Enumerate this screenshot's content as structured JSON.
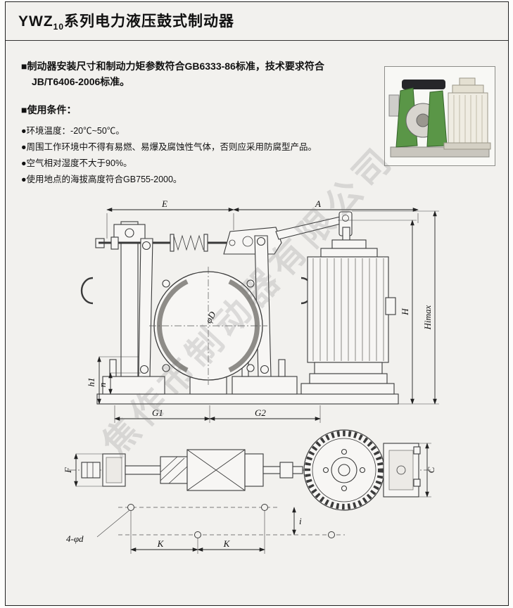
{
  "page": {
    "title_prefix": "YWZ",
    "title_sub": "10",
    "title_suffix": "系列电力液压鼓式制动器"
  },
  "intro": {
    "line1": "■制动器安装尺寸和制动力矩参数符合GB6333-86标准，技术要求符合",
    "line2": "JB/T6406-2006标准。"
  },
  "usage": {
    "heading": "■使用条件：",
    "items": [
      "●环境温度：-20℃~50℃。",
      "●周围工作环境中不得有易燃、易爆及腐蚀性气体，否则应采用防腐型产品。",
      "●空气相对湿度不大于90%。",
      "●使用地点的海拔高度符合GB755-2000。"
    ]
  },
  "drawing": {
    "dims": {
      "E": "E",
      "A": "A",
      "H": "H",
      "Himax": "Himax",
      "h1": "h1",
      "n": "n",
      "G1": "G1",
      "G2": "G2",
      "phiD": "φD",
      "F": "F",
      "C": "C",
      "K1": "K",
      "K2": "K",
      "holes": "4-φd",
      "i": "i"
    }
  },
  "watermark": "焦作市制动器有限公司",
  "colors": {
    "page_bg": "#f2f1ee",
    "ink": "#111111",
    "photo_green": "#5a9647"
  }
}
